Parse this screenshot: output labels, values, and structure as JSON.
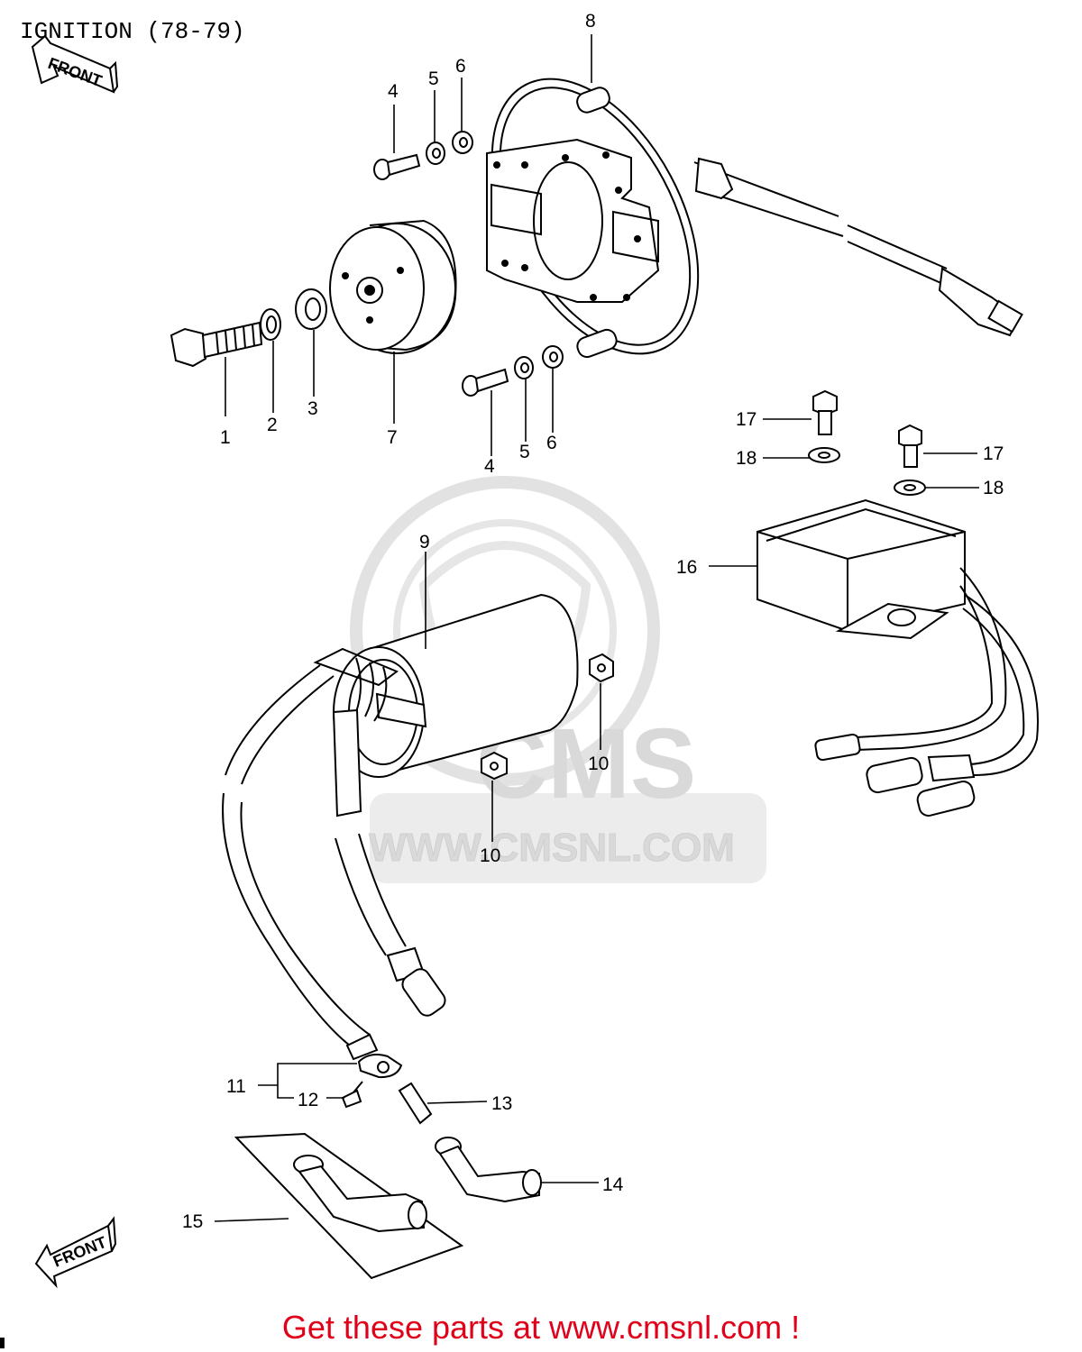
{
  "title": "IGNITION (78-79)",
  "footer": "Get these parts at www.cmsnl.com !",
  "watermark": {
    "logo_text": "CMS",
    "url_text": "WWW.CMSNL.COM",
    "color": "#d9d9d9"
  },
  "front_label": "FRONT",
  "colors": {
    "footer": "#e0001a",
    "line": "#000000",
    "watermark": "#d9d9d9"
  },
  "callouts": {
    "c1": "1",
    "c2": "2",
    "c3": "3",
    "c4a": "4",
    "c5a": "5",
    "c6a": "6",
    "c4b": "4",
    "c5b": "5",
    "c6b": "6",
    "c7": "7",
    "c8": "8",
    "c9": "9",
    "c10a": "10",
    "c10b": "10",
    "c11": "11",
    "c12": "12",
    "c13": "13",
    "c14": "14",
    "c15": "15",
    "c16": "16",
    "c17a": "17",
    "c18a": "18",
    "c17b": "17",
    "c18b": "18"
  }
}
